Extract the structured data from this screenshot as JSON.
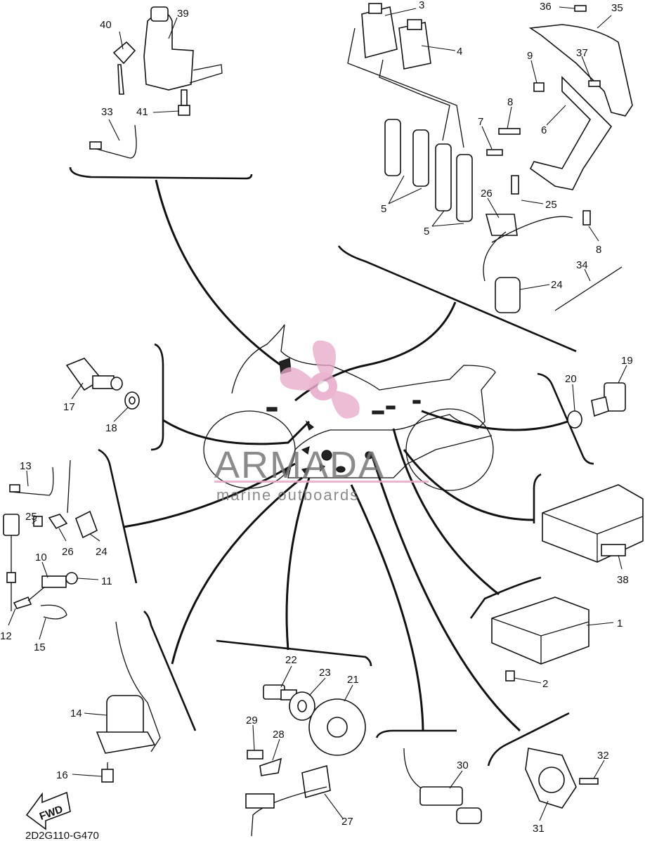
{
  "diagram": {
    "drawing_code": "2D2G110-G470",
    "fwd_arrow_label": "FWD",
    "callouts": [
      "40",
      "39",
      "33",
      "41",
      "3",
      "4",
      "5",
      "5",
      "36",
      "35",
      "9",
      "37",
      "8",
      "6",
      "7",
      "26",
      "25",
      "8",
      "34",
      "24",
      "19",
      "20",
      "17",
      "18",
      "13",
      "25",
      "26",
      "24",
      "10",
      "11",
      "12",
      "15",
      "38",
      "1",
      "2",
      "14",
      "16",
      "22",
      "23",
      "21",
      "29",
      "28",
      "27",
      "30",
      "32",
      "31"
    ]
  },
  "watermark": {
    "brand": "ARMADA",
    "tagline": "marine outboards",
    "logo_color": "#e8a7c8"
  }
}
